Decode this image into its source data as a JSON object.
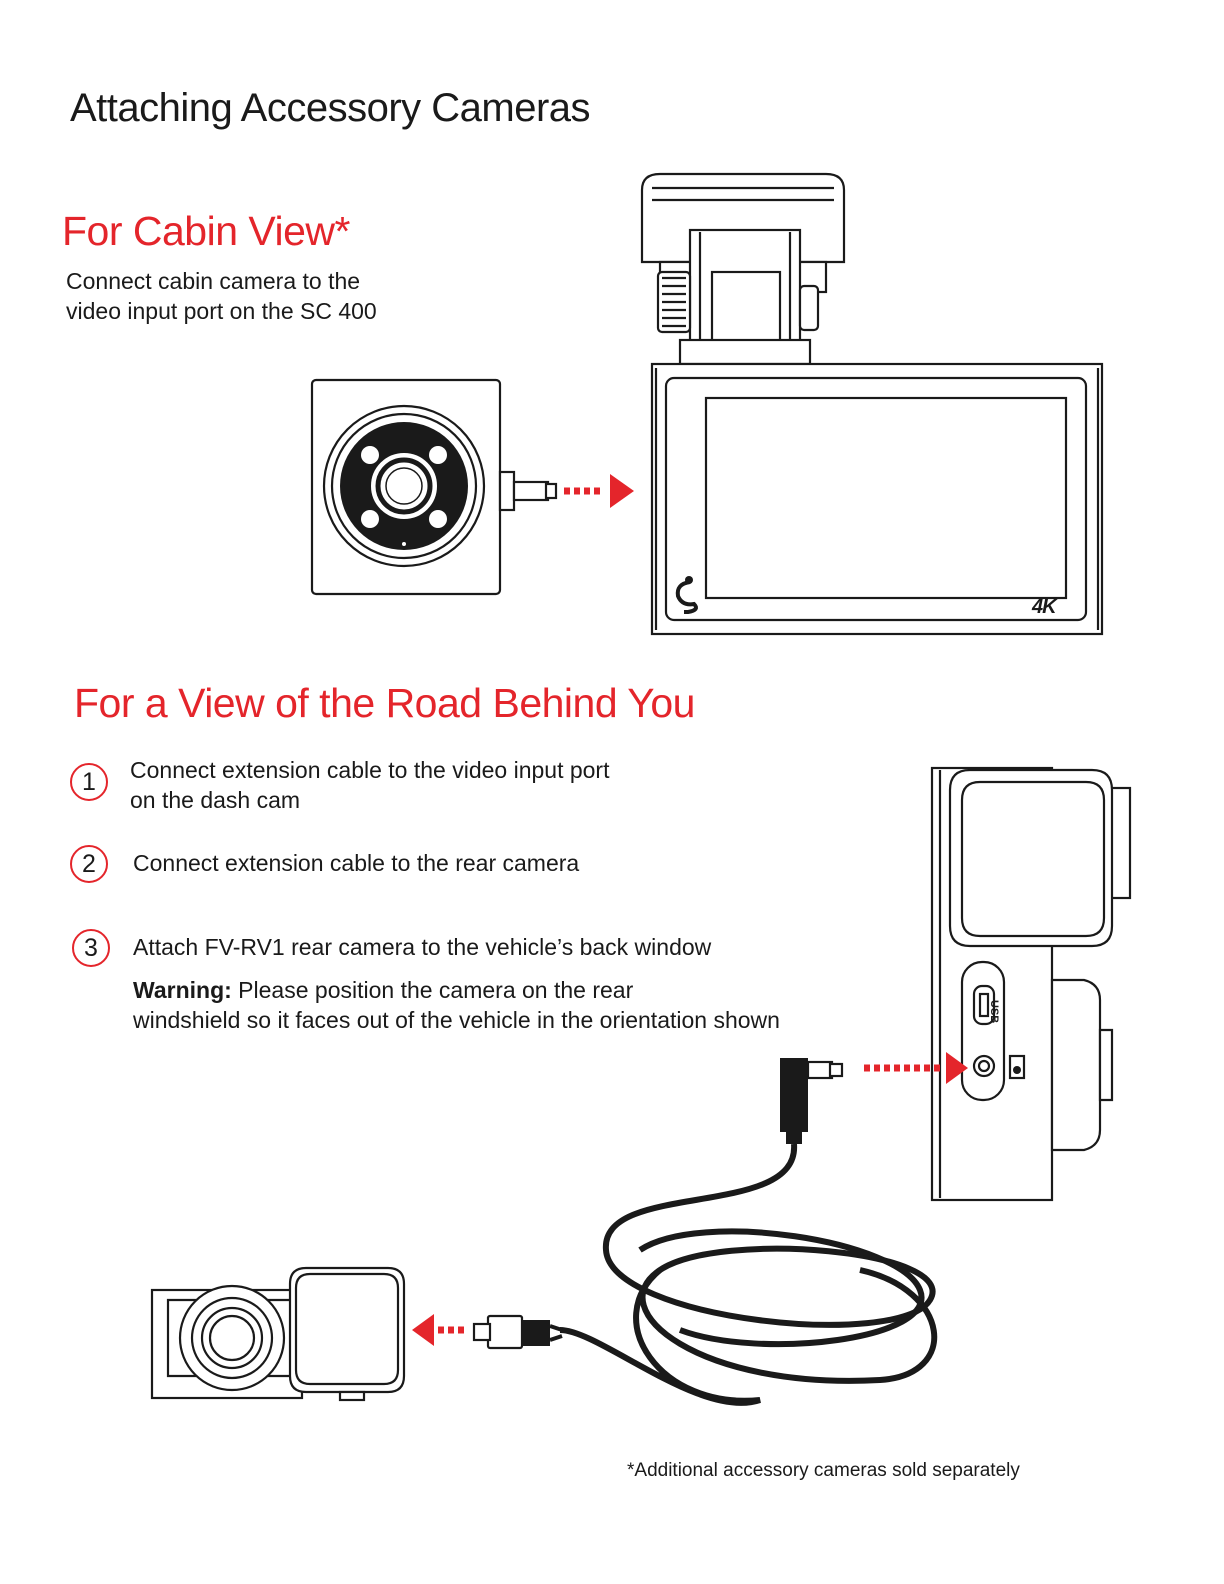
{
  "page": {
    "title": "Attaching Accessory Cameras"
  },
  "cabin": {
    "heading": "For Cabin View*",
    "desc_line1": "Connect cabin camera to the",
    "desc_line2": "video input port on the SC 400"
  },
  "road": {
    "heading": "For a View of the Road Behind You",
    "steps": [
      {
        "number": "1",
        "line1": "Connect extension cable to the video input port",
        "line2": "on the dash cam"
      },
      {
        "number": "2",
        "line1": "Connect extension cable to the rear camera"
      },
      {
        "number": "3",
        "line1": "Attach FV-RV1 rear camera to the vehicle’s back window"
      }
    ],
    "warning_label": "Warning:",
    "warning_line1": " Please position the camera on the rear",
    "warning_line2": "windshield so it faces out of the vehicle in the orientation shown"
  },
  "device_labels": {
    "resolution_badge": "4K",
    "usb_port_label": "USB",
    "brand_logo_icon": "cobra-logo-icon"
  },
  "footnote": "*Additional accessory cameras sold separately",
  "colors": {
    "accent_red": "#e4252b",
    "line_black": "#1a1a1a"
  }
}
